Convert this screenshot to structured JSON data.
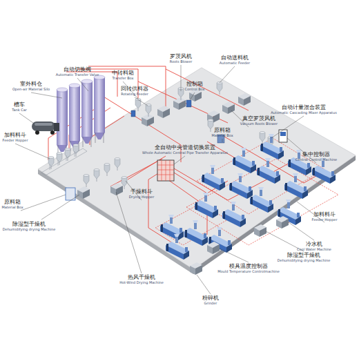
{
  "diagram": {
    "labels": [
      "自动切换阀",
      "Automatic Transfer Valve",
      "室外料仓",
      "Open-air Material Silo",
      "罗茨风机",
      "Roots Blower",
      "自动送料机",
      "Automatic Feeder",
      "中转料箱",
      "Transfer Box",
      "控制箱",
      "Control Box",
      "回转供料器",
      "Rotating Feeder",
      "槽车",
      "Tank Car",
      "自动计量混合装置",
      "Automatic Cascading Mixer Apparatus",
      "真空罗茨风机",
      "Vacuum Roots Blower",
      "原料箱",
      "Material Box",
      "加料料斗",
      "Feeder Hopper",
      "全自动中央管道切换装置",
      "Whole Automatic Central Pipe Transfer Apparatus",
      "集中控制器",
      "Central Control Machine",
      "原料箱",
      "Material Box",
      "干燥料斗",
      "Drying Hopper",
      "除湿型干燥机",
      "Dehumidifying drying Machine",
      "加料料斗",
      "Feeder Hopper",
      "冷水机",
      "Cool Water Machine",
      "除湿型干燥机",
      "Dehumidifying drying Machine",
      "模具温度控制器",
      "Mould Temperature Controlmachine",
      "热风干燥机",
      "Hot-Wind Drying Machine",
      "粉碎机",
      "Grinder"
    ]
  }
}
